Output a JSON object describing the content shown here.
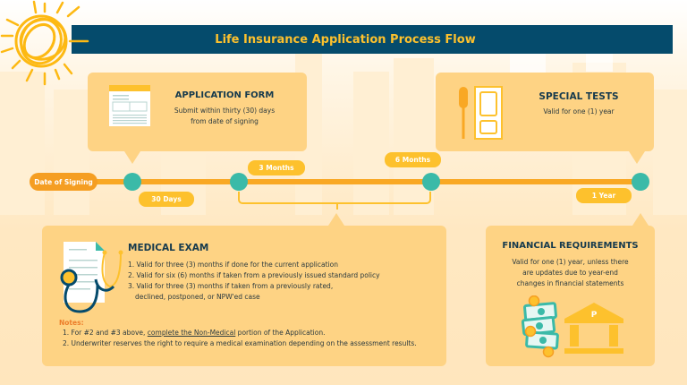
{
  "header": {
    "title": "Life Insurance Application Process Flow",
    "logo_icon": "sun-scribble-icon"
  },
  "colors": {
    "title_bar": "#054b6c",
    "title_text": "#fdc12d",
    "card_bg": "#fed384",
    "timeline": "#f9a824",
    "node": "#3bbaa8",
    "pill": "#fdc12d",
    "notes_text": "#ec7d2a"
  },
  "timeline": {
    "start_label": "Date of Signing",
    "milestones": [
      {
        "label": "30 Days"
      },
      {
        "label": "3 Months"
      },
      {
        "label": "6 Months"
      },
      {
        "label": "1 Year"
      }
    ]
  },
  "application_form": {
    "icon": "form-document-icon",
    "title": "APPLICATION FORM",
    "lines": [
      "Submit within thirty (30) days",
      "from date of signing"
    ]
  },
  "special_tests": {
    "icon": "test-kit-dropper-icon",
    "title": "SPECIAL TESTS",
    "text": "Valid for one (1) year"
  },
  "medical_exam": {
    "icon": "stethoscope-document-icon",
    "title": "MEDICAL EXAM",
    "items": [
      "1. Valid for three (3) months if done for the current application",
      "2. Valid for six (6) months if taken from a previously issued standard policy",
      "3. Valid for three (3) months if taken from a previously rated,",
      "declined, postponed, or NPW'ed case"
    ],
    "notes": {
      "title": "Notes:",
      "note1_prefix": "1. For #2 and #3 above, ",
      "note1_link": "complete the Non-Medical",
      "note1_suffix": " portion of the Application.",
      "note2": "2. Underwriter reserves the right to require a medical examination depending on the assessment results."
    }
  },
  "financial_requirements": {
    "icon": "money-bank-icon",
    "title": "FINANCIAL REQUIREMENTS",
    "lines": [
      "Valid for one (1) year, unless there",
      "are updates due to year-end",
      "changes in financial statements"
    ],
    "currency_symbol": "P"
  }
}
